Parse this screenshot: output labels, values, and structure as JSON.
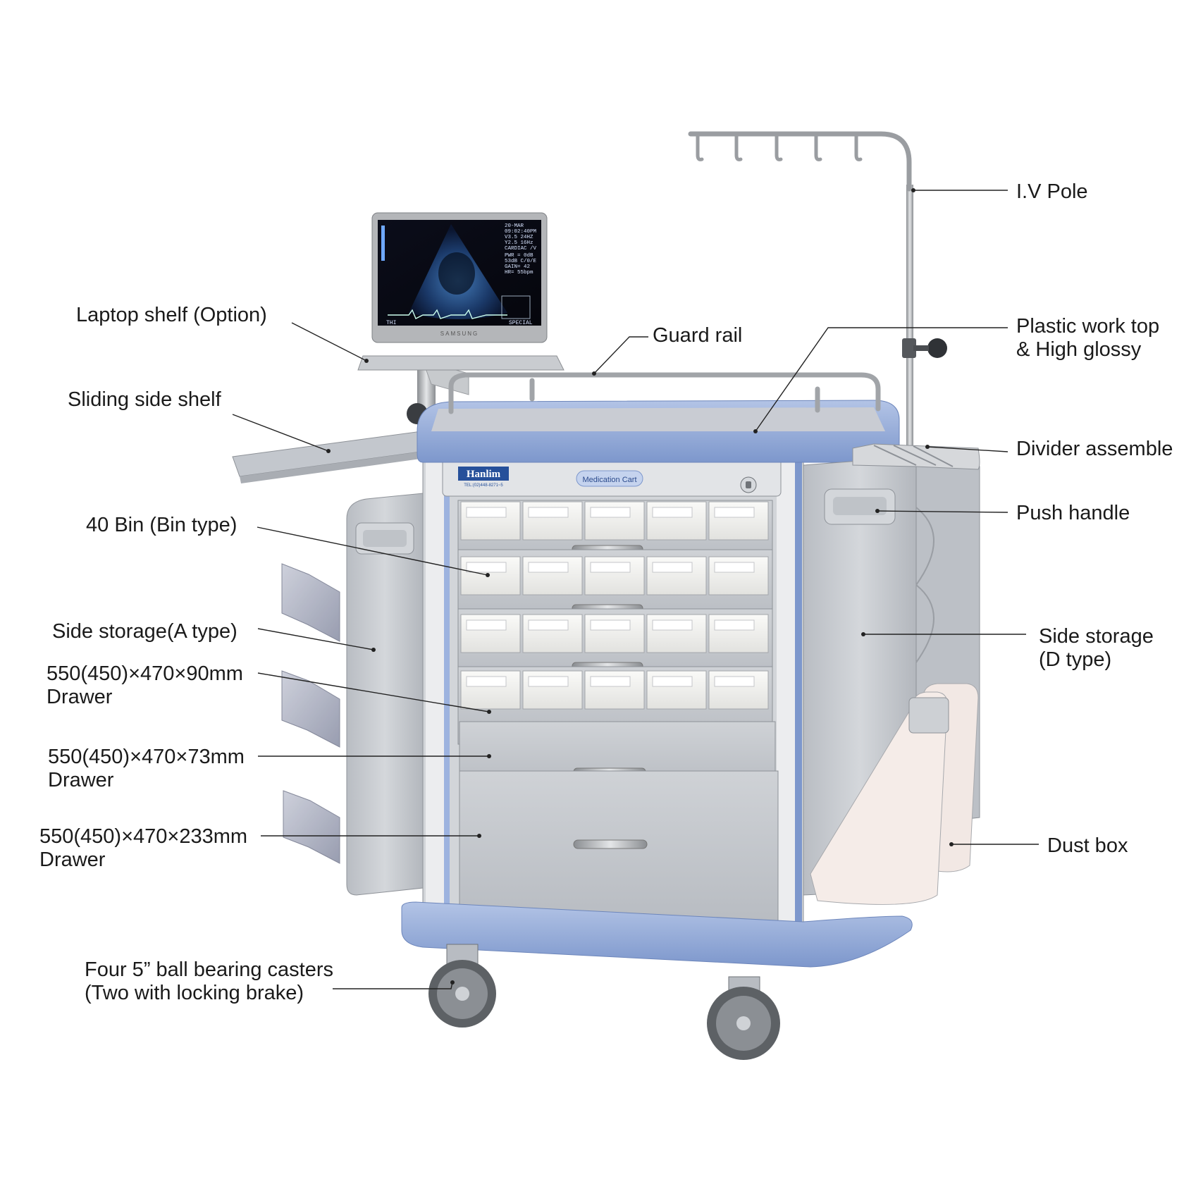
{
  "cart": {
    "brand": "Hanlim",
    "brand_sub": "TEL:(02)448-8271~5",
    "nameplate": "Medication Cart",
    "laptop_brand": "SAMSUNG",
    "screen_readout": [
      "20-MAR",
      "09:02:40PM",
      "V3.5 24HZ",
      "Y2.5 16Hz",
      "CARDIAC /V",
      "PWR = 0dB",
      "53dB C/0/E",
      "GAIN= 42",
      "HR= 55bpm"
    ],
    "screen_status": [
      "THI",
      "SPECIAL"
    ],
    "colors": {
      "accent_blue": "#8da6d6",
      "body_grey": "#c4c8cd",
      "bin_white": "#f3f3f1",
      "pole_steel": "#a6a9ad"
    }
  },
  "labels": {
    "iv_pole": "I.V Pole",
    "laptop_shelf": "Laptop shelf (Option)",
    "guard_rail": "Guard rail",
    "work_top_1": "Plastic work top",
    "work_top_2": "& High glossy",
    "sliding_shelf": "Sliding side shelf",
    "divider": "Divider  assemble",
    "push_handle": "Push handle",
    "bin": "40 Bin (Bin type)",
    "side_storage_a": "Side storage(A type)",
    "side_storage_d_1": "Side storage",
    "side_storage_d_2": "(D type)",
    "drawer90_1": "550(450)×470×90mm",
    "drawer90_2": "Drawer",
    "drawer73_1": "550(450)×470×73mm",
    "drawer73_2": "Drawer",
    "drawer233_1": "550(450)×470×233mm",
    "drawer233_2": "Drawer",
    "dust_box": "Dust box",
    "casters_1": "Four 5” ball bearing casters",
    "casters_2": "(Two with locking brake)"
  }
}
